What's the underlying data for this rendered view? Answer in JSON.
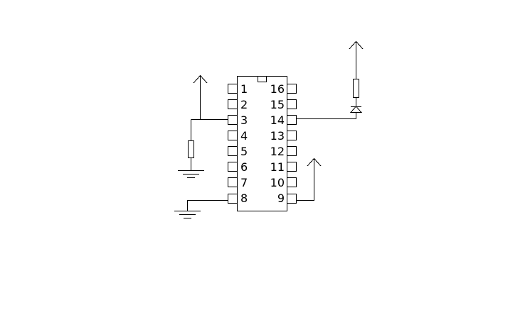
{
  "colors": {
    "line": "#000000",
    "background": "#ffffff"
  },
  "ic": {
    "pins_left": [
      "1",
      "2",
      "3",
      "4",
      "5",
      "6",
      "7",
      "8"
    ],
    "pins_right": [
      "16",
      "15",
      "14",
      "13",
      "12",
      "11",
      "10",
      "9"
    ]
  }
}
